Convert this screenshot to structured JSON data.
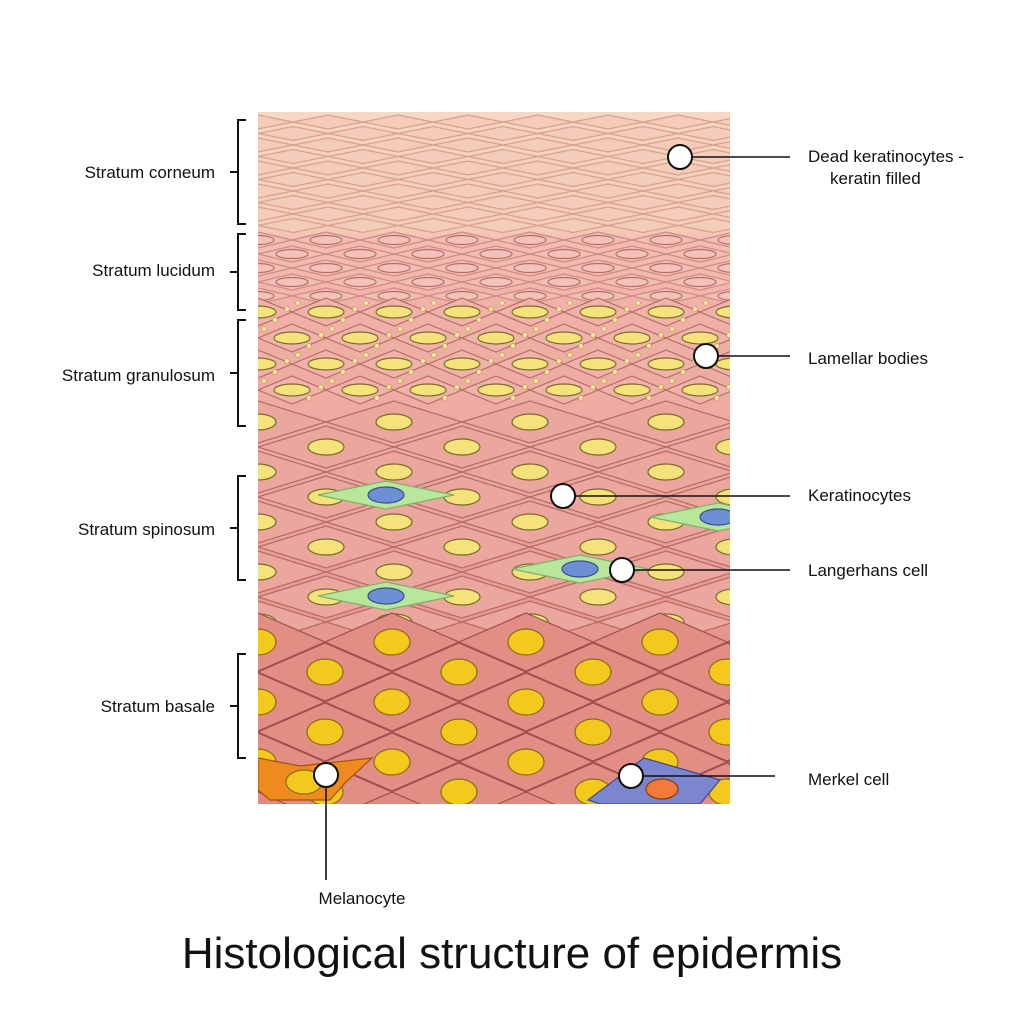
{
  "title": "Histological structure of epidermis",
  "layers": [
    {
      "id": "corneum",
      "label": "Stratum corneum"
    },
    {
      "id": "lucidum",
      "label": "Stratum lucidum"
    },
    {
      "id": "granulosum",
      "label": "Stratum granulosum"
    },
    {
      "id": "spinosum",
      "label": "Stratum spinosum"
    },
    {
      "id": "basale",
      "label": "Stratum basale"
    }
  ],
  "callouts": [
    {
      "id": "dead-keratinocytes",
      "lines": [
        "Dead keratinocytes -",
        "keratin filled"
      ]
    },
    {
      "id": "lamellar-bodies",
      "lines": [
        "Lamellar bodies"
      ]
    },
    {
      "id": "keratinocytes",
      "lines": [
        "Keratinocytes"
      ]
    },
    {
      "id": "langerhans-cell",
      "lines": [
        "Langerhans cell"
      ]
    },
    {
      "id": "merkel-cell",
      "lines": [
        "Merkel cell"
      ]
    },
    {
      "id": "melanocyte",
      "lines": [
        "Melanocyte"
      ]
    }
  ],
  "colors": {
    "corneum": "#f3cdb9",
    "lucidum": "#f1bfb4",
    "granulosum": "#f0b3a9",
    "spinosum": "#eba79e",
    "basale": "#e38e85",
    "cell_outline": "#b66a66",
    "nucleus_fill": "#f5e27a",
    "nucleus_basal": "#f2c91c",
    "nucleus_outline": "#7a6a2a",
    "granule": "#f6e9a0",
    "langerhans_fill": "#b8e69a",
    "langerhans_nucleus": "#6f8fd4",
    "melanocyte_fill": "#ef8a1e",
    "merkel_fill": "#7b86cf",
    "merkel_nucleus": "#f27a3a"
  }
}
